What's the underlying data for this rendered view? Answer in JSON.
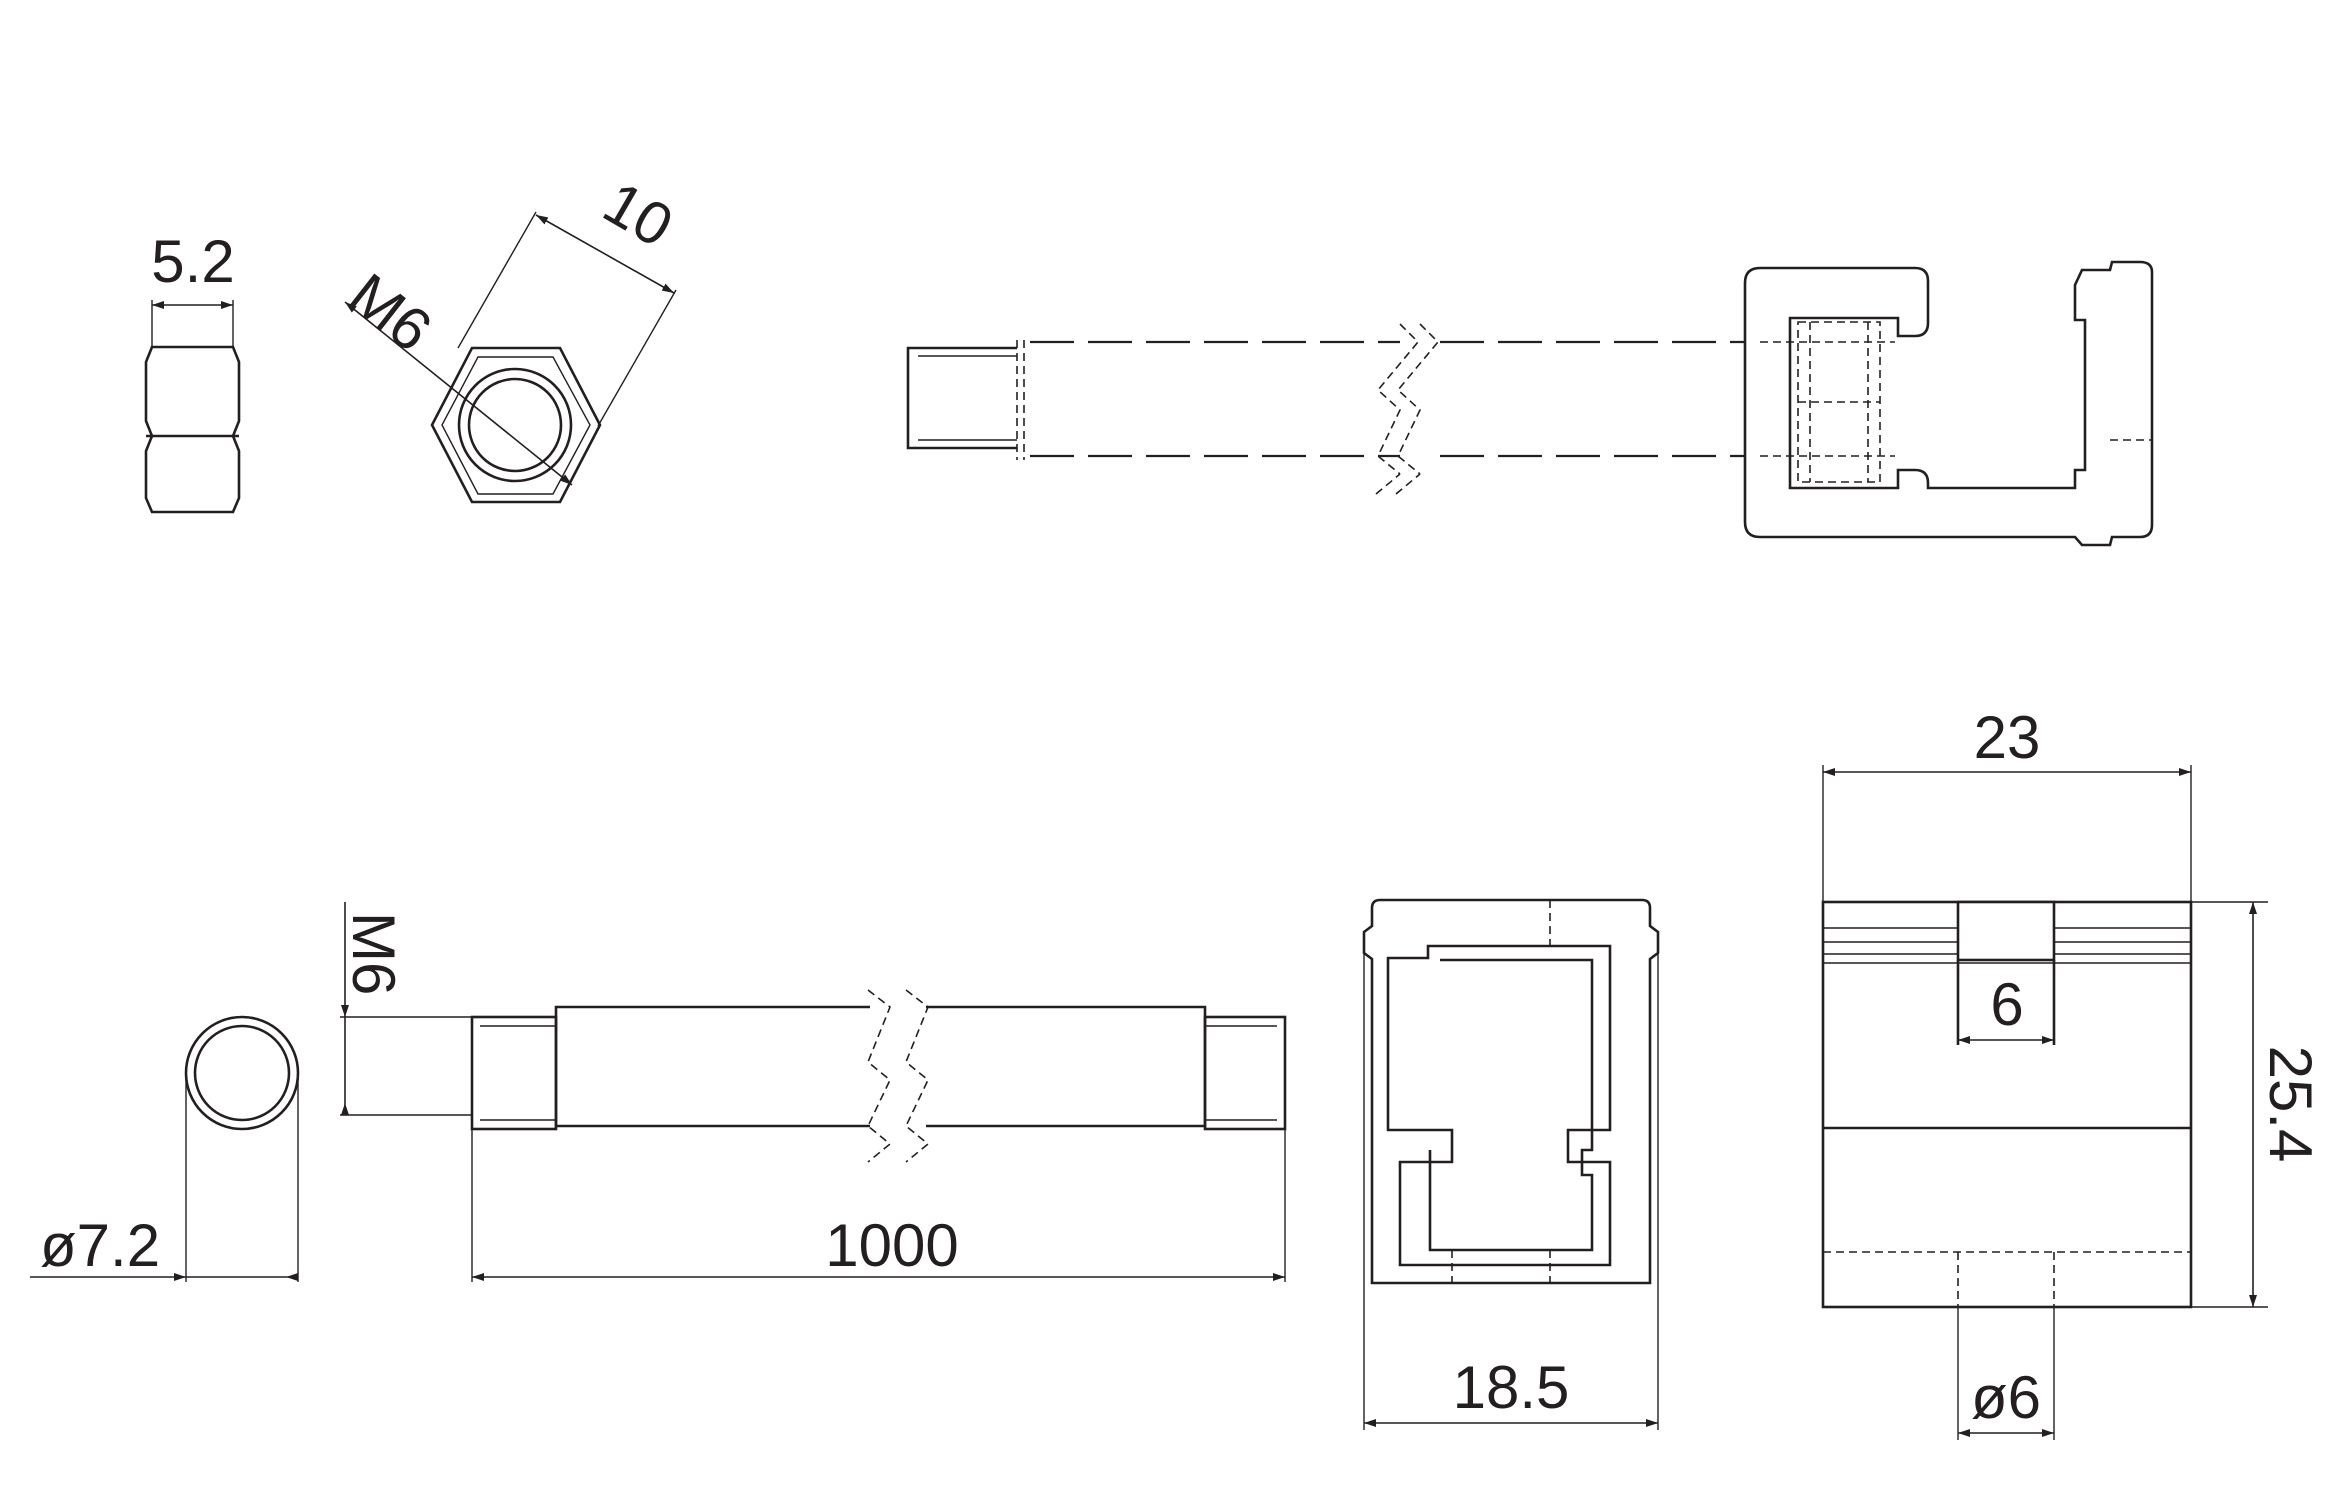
{
  "dimensions": {
    "nut_thickness": "5.2",
    "nut_across_flats": "10",
    "nut_thread": "M6",
    "rod_thread": "M6",
    "rod_diameter": "ø7.2",
    "rod_length": "1000",
    "block_width": "18.5",
    "block_length": "23",
    "block_height": "25.4",
    "slot_width": "6",
    "hole_diameter": "ø6"
  }
}
